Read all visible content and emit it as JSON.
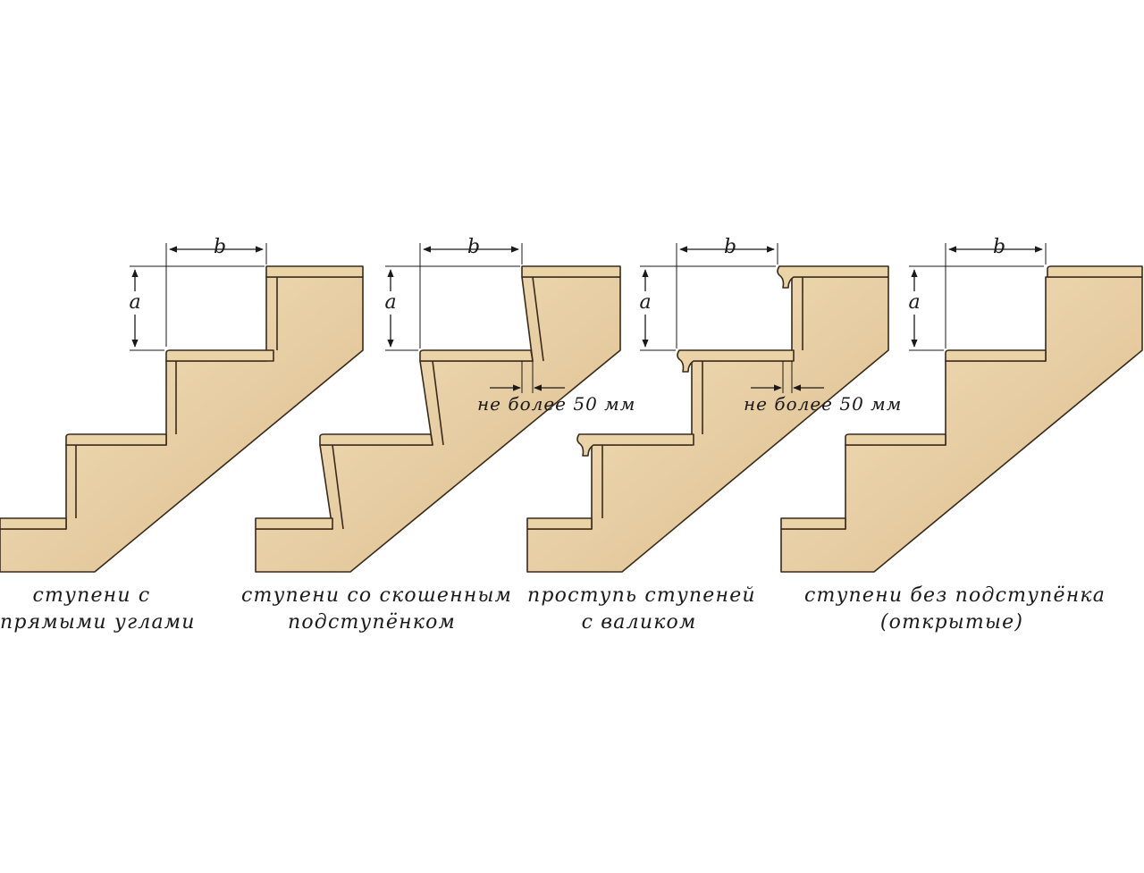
{
  "colors": {
    "wood_light": "#f2dfbb",
    "wood_dark": "#d9b987",
    "outline": "#3a2a1a"
  },
  "dimensions": {
    "height_label": "a",
    "depth_label": "b",
    "overhang_note": "не более 50 мм"
  },
  "stairs": [
    {
      "id": "square",
      "caption_line1": "ступени с",
      "caption_line2": "прямыми углами"
    },
    {
      "id": "slanted",
      "caption_line1": "ступени со скошенным",
      "caption_line2": "подступёнком"
    },
    {
      "id": "nosing",
      "caption_line1": "проступь ступеней",
      "caption_line2": "с валиком"
    },
    {
      "id": "open",
      "caption_line1": "ступени без подступёнка",
      "caption_line2": "(открытые)"
    }
  ]
}
